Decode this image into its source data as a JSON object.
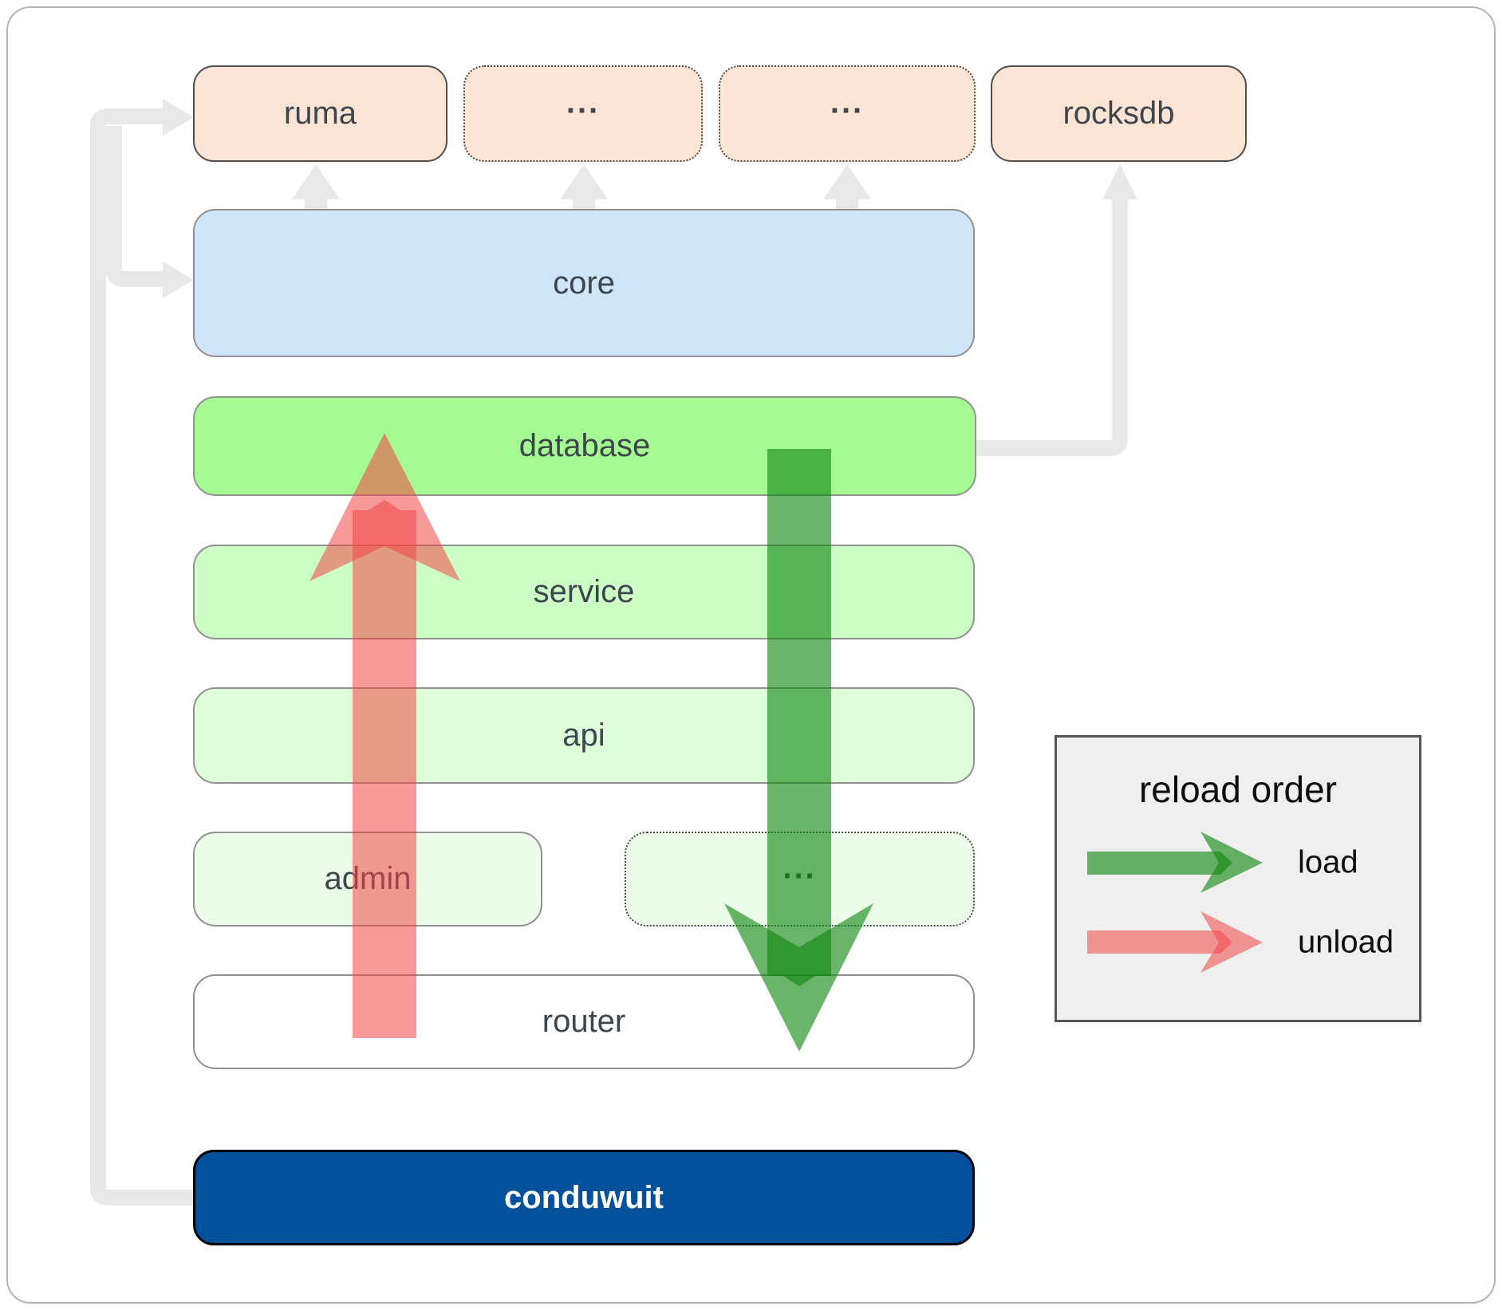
{
  "top_row": [
    {
      "id": "ruma",
      "label": "ruma",
      "border": "solid"
    },
    {
      "id": "more-1",
      "label": "...",
      "border": "dotted"
    },
    {
      "id": "more-2",
      "label": "...",
      "border": "dotted"
    },
    {
      "id": "rocksdb",
      "label": "rocksdb",
      "border": "solid"
    }
  ],
  "layers": [
    {
      "id": "core",
      "label": "core"
    },
    {
      "id": "database",
      "label": "database"
    },
    {
      "id": "service",
      "label": "service"
    },
    {
      "id": "api",
      "label": "api"
    }
  ],
  "admin_row": [
    {
      "id": "admin",
      "label": "admin",
      "border": "solid"
    },
    {
      "id": "admin-more",
      "label": "...",
      "border": "dotted"
    }
  ],
  "router": {
    "label": "router"
  },
  "conduwuit": {
    "label": "conduwuit"
  },
  "legend": {
    "title": "reload order",
    "load_label": "load",
    "unload_label": "unload"
  },
  "colors": {
    "load_arrow_green": "#108810",
    "unload_arrow_red": "#f34646",
    "connector_gray": "#e8e8e8",
    "ruma_rocksdb_fill": "#fce5d4",
    "core_fill": "#cfe5fa",
    "database_fill": "#a5fb92",
    "service_fill": "#cdfec6",
    "api_fill": "#defeda",
    "admin_fill": "#ebfde9",
    "router_fill": "#ffffff",
    "conduwuit_fill": "#02519a",
    "legend_fill": "#efefef"
  }
}
